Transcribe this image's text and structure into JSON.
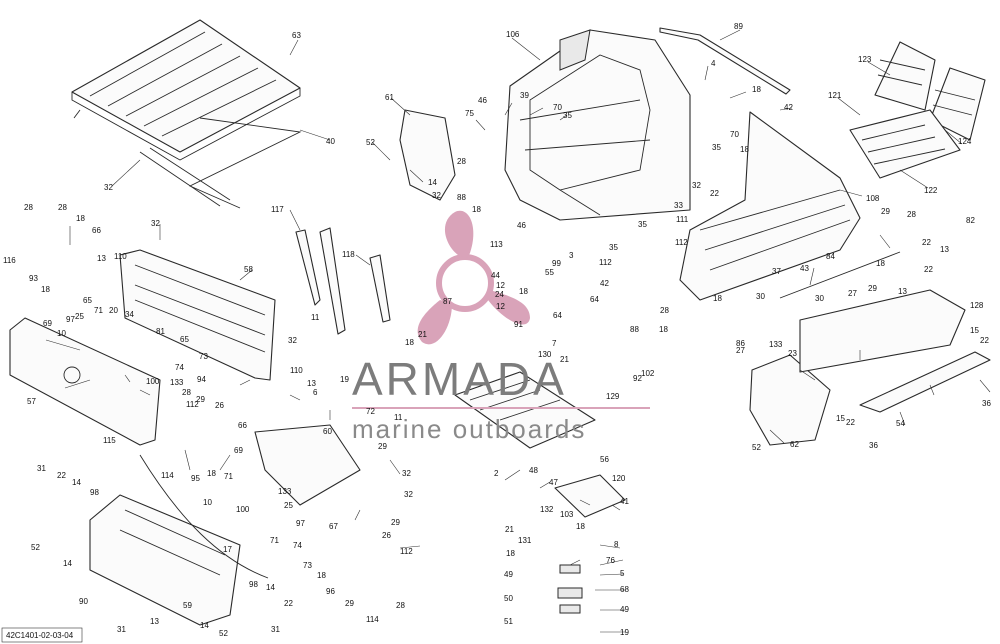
{
  "diagram": {
    "reference": "42C1401-02-03-04"
  },
  "watermark": {
    "brand": "ARMADA",
    "tagline": "marine outboards",
    "accent_color": "#d9a3b9",
    "text_color": "#7c7c7c"
  },
  "callouts": [
    {
      "id": "c1",
      "text": "63"
    },
    {
      "id": "c2",
      "text": "40"
    },
    {
      "id": "c3",
      "text": "32"
    },
    {
      "id": "c4",
      "text": "106"
    },
    {
      "id": "c5",
      "text": "89"
    },
    {
      "id": "c6",
      "text": "4"
    },
    {
      "id": "c7",
      "text": "18"
    },
    {
      "id": "c8",
      "text": "42"
    },
    {
      "id": "c9",
      "text": "123"
    },
    {
      "id": "c10",
      "text": "121"
    },
    {
      "id": "c11",
      "text": "124"
    },
    {
      "id": "c12",
      "text": "122"
    },
    {
      "id": "c13",
      "text": "61"
    },
    {
      "id": "c14",
      "text": "52"
    },
    {
      "id": "c15",
      "text": "14"
    },
    {
      "id": "c16",
      "text": "32"
    },
    {
      "id": "c17",
      "text": "75"
    },
    {
      "id": "c18",
      "text": "46"
    },
    {
      "id": "c19",
      "text": "39"
    },
    {
      "id": "c20",
      "text": "70"
    },
    {
      "id": "c21",
      "text": "35"
    },
    {
      "id": "c22",
      "text": "28"
    },
    {
      "id": "c23",
      "text": "88"
    },
    {
      "id": "c24",
      "text": "18"
    },
    {
      "id": "c25",
      "text": "70"
    },
    {
      "id": "c26",
      "text": "35"
    },
    {
      "id": "c27",
      "text": "18"
    },
    {
      "id": "c28",
      "text": "32"
    },
    {
      "id": "c29",
      "text": "22"
    },
    {
      "id": "c30",
      "text": "108"
    },
    {
      "id": "c31",
      "text": "28"
    },
    {
      "id": "c32",
      "text": "28"
    },
    {
      "id": "c33",
      "text": "18"
    },
    {
      "id": "c34",
      "text": "66"
    },
    {
      "id": "c35",
      "text": "116"
    },
    {
      "id": "c36",
      "text": "93"
    },
    {
      "id": "c37",
      "text": "18"
    },
    {
      "id": "c38",
      "text": "32"
    },
    {
      "id": "c39",
      "text": "117"
    },
    {
      "id": "c40",
      "text": "46"
    },
    {
      "id": "c41",
      "text": "113"
    },
    {
      "id": "c42",
      "text": "33"
    },
    {
      "id": "c43",
      "text": "111"
    },
    {
      "id": "c44",
      "text": "35"
    },
    {
      "id": "c45",
      "text": "112"
    },
    {
      "id": "c46",
      "text": "35"
    },
    {
      "id": "c47",
      "text": "29"
    },
    {
      "id": "c48",
      "text": "28"
    },
    {
      "id": "c49",
      "text": "82"
    },
    {
      "id": "c50",
      "text": "22"
    },
    {
      "id": "c51",
      "text": "13"
    },
    {
      "id": "c52",
      "text": "18"
    },
    {
      "id": "c53",
      "text": "22"
    },
    {
      "id": "c54",
      "text": "13"
    },
    {
      "id": "c55",
      "text": "110"
    },
    {
      "id": "c56",
      "text": "58"
    },
    {
      "id": "c57",
      "text": "118"
    },
    {
      "id": "c58",
      "text": "44"
    },
    {
      "id": "c59",
      "text": "12"
    },
    {
      "id": "c60",
      "text": "24"
    },
    {
      "id": "c61",
      "text": "12"
    },
    {
      "id": "c62",
      "text": "18"
    },
    {
      "id": "c63",
      "text": "3"
    },
    {
      "id": "c64",
      "text": "99"
    },
    {
      "id": "c65",
      "text": "55"
    },
    {
      "id": "c66",
      "text": "112"
    },
    {
      "id": "c67",
      "text": "42"
    },
    {
      "id": "c68",
      "text": "37"
    },
    {
      "id": "c69",
      "text": "43"
    },
    {
      "id": "c70",
      "text": "84"
    },
    {
      "id": "c71",
      "text": "128"
    },
    {
      "id": "c72",
      "text": "65"
    },
    {
      "id": "c73",
      "text": "97"
    },
    {
      "id": "c74",
      "text": "71"
    },
    {
      "id": "c75",
      "text": "20"
    },
    {
      "id": "c76",
      "text": "69"
    },
    {
      "id": "c77",
      "text": "25"
    },
    {
      "id": "c78",
      "text": "10"
    },
    {
      "id": "c79",
      "text": "34"
    },
    {
      "id": "c80",
      "text": "81"
    },
    {
      "id": "c81",
      "text": "11"
    },
    {
      "id": "c82",
      "text": "32"
    },
    {
      "id": "c83",
      "text": "21"
    },
    {
      "id": "c84",
      "text": "18"
    },
    {
      "id": "c85",
      "text": "91"
    },
    {
      "id": "c86",
      "text": "64"
    },
    {
      "id": "c87",
      "text": "87"
    },
    {
      "id": "c88",
      "text": "64"
    },
    {
      "id": "c89",
      "text": "88"
    },
    {
      "id": "c90",
      "text": "18"
    },
    {
      "id": "c91",
      "text": "28"
    },
    {
      "id": "c92",
      "text": "30"
    },
    {
      "id": "c93",
      "text": "30"
    },
    {
      "id": "c94",
      "text": "27"
    },
    {
      "id": "c95",
      "text": "18"
    },
    {
      "id": "c96",
      "text": "29"
    },
    {
      "id": "c97",
      "text": "86"
    },
    {
      "id": "c98",
      "text": "27"
    },
    {
      "id": "c99",
      "text": "133"
    },
    {
      "id": "c100",
      "text": "23"
    },
    {
      "id": "c101",
      "text": "15"
    },
    {
      "id": "c102",
      "text": "22"
    },
    {
      "id": "c103",
      "text": "57"
    },
    {
      "id": "c104",
      "text": "100"
    },
    {
      "id": "c105",
      "text": "133"
    },
    {
      "id": "c106",
      "text": "65"
    },
    {
      "id": "c107",
      "text": "74"
    },
    {
      "id": "c108",
      "text": "73"
    },
    {
      "id": "c109",
      "text": "94"
    },
    {
      "id": "c110",
      "text": "110"
    },
    {
      "id": "c111",
      "text": "13"
    },
    {
      "id": "c112",
      "text": "19"
    },
    {
      "id": "c113",
      "text": "6"
    },
    {
      "id": "c114",
      "text": "72"
    },
    {
      "id": "c115",
      "text": "11"
    },
    {
      "id": "c116",
      "text": "130"
    },
    {
      "id": "c117",
      "text": "7"
    },
    {
      "id": "c118",
      "text": "21"
    },
    {
      "id": "c119",
      "text": "92"
    },
    {
      "id": "c120",
      "text": "102"
    },
    {
      "id": "c121",
      "text": "129"
    },
    {
      "id": "c122",
      "text": "62"
    },
    {
      "id": "c123",
      "text": "52"
    },
    {
      "id": "c124",
      "text": "15"
    },
    {
      "id": "c125",
      "text": "22"
    },
    {
      "id": "c126",
      "text": "54"
    },
    {
      "id": "c127",
      "text": "36"
    },
    {
      "id": "c128",
      "text": "36"
    },
    {
      "id": "c129",
      "text": "28"
    },
    {
      "id": "c130",
      "text": "112"
    },
    {
      "id": "c131",
      "text": "114"
    },
    {
      "id": "c132",
      "text": "29"
    },
    {
      "id": "c133",
      "text": "26"
    },
    {
      "id": "c134",
      "text": "66"
    },
    {
      "id": "c135",
      "text": "95"
    },
    {
      "id": "c136",
      "text": "18"
    },
    {
      "id": "c137",
      "text": "69"
    },
    {
      "id": "c138",
      "text": "71"
    },
    {
      "id": "c139",
      "text": "60"
    },
    {
      "id": "c140",
      "text": "29"
    },
    {
      "id": "c141",
      "text": "32"
    },
    {
      "id": "c142",
      "text": "32"
    },
    {
      "id": "c143",
      "text": "115"
    },
    {
      "id": "c144",
      "text": "10"
    },
    {
      "id": "c145",
      "text": "100"
    },
    {
      "id": "c146",
      "text": "133"
    },
    {
      "id": "c147",
      "text": "25"
    },
    {
      "id": "c148",
      "text": "97"
    },
    {
      "id": "c149",
      "text": "67"
    },
    {
      "id": "c150",
      "text": "74"
    },
    {
      "id": "c151",
      "text": "71"
    },
    {
      "id": "c152",
      "text": "56"
    },
    {
      "id": "c153",
      "text": "2"
    },
    {
      "id": "c154",
      "text": "48"
    },
    {
      "id": "c155",
      "text": "47"
    },
    {
      "id": "c156",
      "text": "120"
    },
    {
      "id": "c157",
      "text": "41"
    },
    {
      "id": "c158",
      "text": "21"
    },
    {
      "id": "c159",
      "text": "132"
    },
    {
      "id": "c160",
      "text": "103"
    },
    {
      "id": "c161",
      "text": "18"
    },
    {
      "id": "c162",
      "text": "131"
    },
    {
      "id": "c163",
      "text": "31"
    },
    {
      "id": "c164",
      "text": "22"
    },
    {
      "id": "c165",
      "text": "14"
    },
    {
      "id": "c166",
      "text": "98"
    },
    {
      "id": "c167",
      "text": "52"
    },
    {
      "id": "c168",
      "text": "14"
    },
    {
      "id": "c169",
      "text": "17"
    },
    {
      "id": "c170",
      "text": "29"
    },
    {
      "id": "c171",
      "text": "26"
    },
    {
      "id": "c172",
      "text": "73"
    },
    {
      "id": "c173",
      "text": "18"
    },
    {
      "id": "c174",
      "text": "112"
    },
    {
      "id": "c175",
      "text": "96"
    },
    {
      "id": "c176",
      "text": "29"
    },
    {
      "id": "c177",
      "text": "114"
    },
    {
      "id": "c178",
      "text": "28"
    },
    {
      "id": "c179",
      "text": "8"
    },
    {
      "id": "c180",
      "text": "18"
    },
    {
      "id": "c181",
      "text": "76"
    },
    {
      "id": "c182",
      "text": "5"
    },
    {
      "id": "c183",
      "text": "49"
    },
    {
      "id": "c184",
      "text": "68"
    },
    {
      "id": "c185",
      "text": "50"
    },
    {
      "id": "c186",
      "text": "49"
    },
    {
      "id": "c187",
      "text": "51"
    },
    {
      "id": "c188",
      "text": "19"
    },
    {
      "id": "c189",
      "text": "90"
    },
    {
      "id": "c190",
      "text": "13"
    },
    {
      "id": "c191",
      "text": "59"
    },
    {
      "id": "c192",
      "text": "31"
    },
    {
      "id": "c193",
      "text": "98"
    },
    {
      "id": "c194",
      "text": "14"
    },
    {
      "id": "c195",
      "text": "22"
    },
    {
      "id": "c196",
      "text": "31"
    },
    {
      "id": "c197",
      "text": "14"
    },
    {
      "id": "c198",
      "text": "52"
    },
    {
      "id": "c199",
      "text": "13"
    }
  ]
}
